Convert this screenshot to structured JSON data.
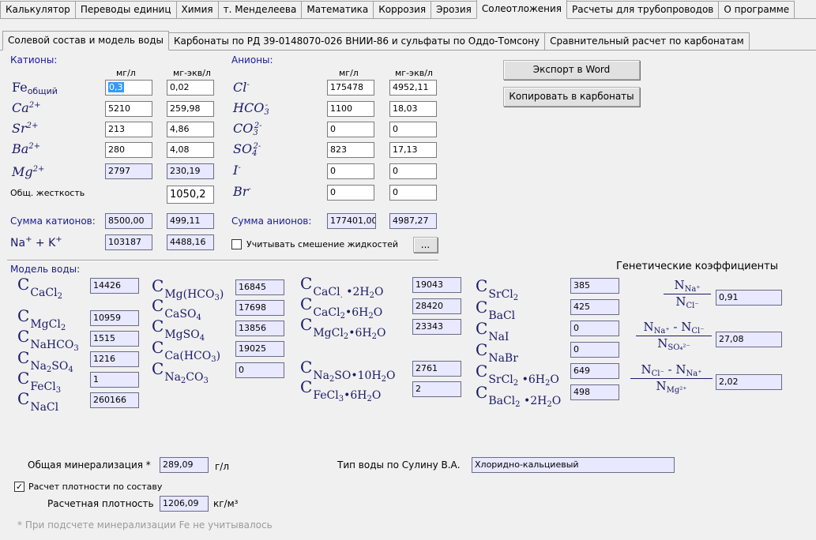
{
  "main_tabs": [
    "Калькулятор",
    "Переводы единиц",
    "Химия",
    "т. Менделеева",
    "Математика",
    "Коррозия",
    "Эрозия",
    "Солеотложения",
    "Расчеты для трубопроводов",
    "О программе"
  ],
  "sub_tabs": [
    "Солевой состав и модель воды",
    "Карбонаты по РД 39-0148070-026 ВНИИ-86 и сульфаты по Оддо-Томсону",
    "Сравнительный расчет по карбонатам"
  ],
  "cations": {
    "title": "Катионы:",
    "col_mgl": "мг/л",
    "col_mgeq": "мг-экв/л",
    "rows": [
      {
        "ion": "Fe",
        "ion_sub": "общий",
        "mgl": "0,3",
        "mgeq": "0,02"
      },
      {
        "ion": "Ca",
        "ion_sup": "2+",
        "mgl": "5210",
        "mgeq": "259,98"
      },
      {
        "ion": "Sr",
        "ion_sup": "2+",
        "mgl": "213",
        "mgeq": "4,86"
      },
      {
        "ion": "Ba",
        "ion_sup": "2+",
        "mgl": "280",
        "mgeq": "4,08"
      },
      {
        "ion": "Mg",
        "ion_sup": "2+",
        "mgl": "2797",
        "mgeq": "230,19"
      }
    ],
    "hardness_label": "Общ. жесткость",
    "hardness_value": "1050,2",
    "sum_label": "Сумма катионов:",
    "sum_mgl": "8500,00",
    "sum_mgeq": "499,11",
    "nak_label": "Na",
    "nak_mgl": "103187",
    "nak_mgeq": "4488,16"
  },
  "anions": {
    "title": "Анионы:",
    "col_mgl": "мг/л",
    "col_mgeq": "мг-экв/л",
    "rows": [
      {
        "mgl": "175478",
        "mgeq": "4952,11"
      },
      {
        "mgl": "1100",
        "mgeq": "18,03"
      },
      {
        "mgl": "0",
        "mgeq": "0"
      },
      {
        "mgl": "823",
        "mgeq": "17,13"
      },
      {
        "mgl": "0",
        "mgeq": "0"
      },
      {
        "mgl": "0",
        "mgeq": "0"
      }
    ],
    "sum_label": "Сумма анионов:",
    "sum_mgl": "177401,00",
    "sum_mgeq": "4987,27",
    "mixing_label": "Учитывать смешение жидкостей",
    "dots_label": "..."
  },
  "buttons": {
    "export": "Экспорт в Word",
    "copy": "Копировать в карбонаты"
  },
  "model": {
    "title": "Модель воды:",
    "col1": [
      {
        "sub": "CaCl",
        "value": "14426"
      },
      {
        "sub": "MgCl",
        "value": "10959"
      },
      {
        "sub": "NaHCO",
        "value": "1515"
      },
      {
        "sub": "Na",
        "value": "1216"
      },
      {
        "sub": "FeCl",
        "value": "1"
      },
      {
        "sub": "NaCl",
        "value": "260166"
      }
    ],
    "col2": [
      {
        "value": "16845"
      },
      {
        "value": "17698"
      },
      {
        "value": "13856"
      },
      {
        "value": "19025"
      },
      {
        "value": "0"
      }
    ],
    "col3": [
      {
        "value": "19043"
      },
      {
        "value": "28420"
      },
      {
        "value": "23343"
      },
      {
        "value": "2761"
      },
      {
        "value": "2"
      }
    ],
    "col4": [
      {
        "value": "385"
      },
      {
        "value": "425"
      },
      {
        "value": "0"
      },
      {
        "value": "0"
      },
      {
        "value": "649"
      },
      {
        "value": "498"
      }
    ]
  },
  "genetic": {
    "title": "Генетические коэффициенты",
    "k1": "0,91",
    "k2": "27,08",
    "k3": "2,02"
  },
  "bottom": {
    "mineral_label": "Общая минерализация *",
    "mineral_value": "289,09",
    "mineral_unit": "г/л",
    "type_label": "Тип воды по Сулину В.А.",
    "type_value": "Хлоридно-кальциевый",
    "density_check_label": "Расчет плотности по составу",
    "density_label": "Расчетная плотность",
    "density_value": "1206,09",
    "density_unit": "кг/м³",
    "footnote": "* При подсчете минерализации Fe не учитывалось"
  }
}
